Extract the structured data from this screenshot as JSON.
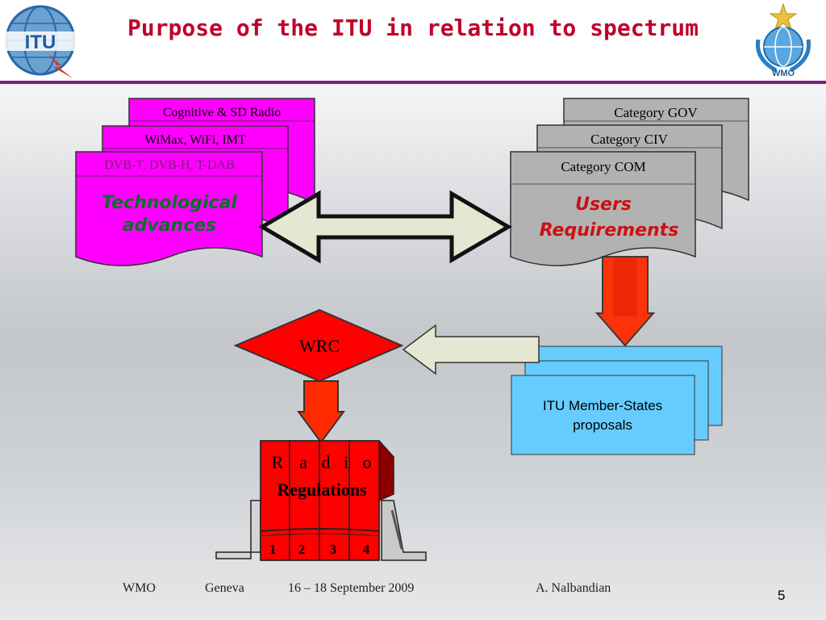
{
  "title": "Purpose of the ITU in relation to spectrum",
  "logos": {
    "left": "ITU",
    "right": "WMO"
  },
  "tech_docs": [
    "Cognitive & SD Radio",
    "WiMax, WiFi, IMT",
    "DVB-T, DVB-H, T-DAB"
  ],
  "tech_label_line1": "Technological",
  "tech_label_line2": "advances",
  "user_docs": [
    "Category GOV",
    "Category CIV",
    "Category COM"
  ],
  "users_label_line1": "Users",
  "users_label_line2": "Requirements",
  "wrc": "WRC",
  "proposals_line1": "ITU Member-States",
  "proposals_line2": "proposals",
  "radio_regs": {
    "letters": [
      "R",
      "a",
      "d",
      "i",
      "o"
    ],
    "word": "Regulations",
    "volumes": [
      "1",
      "2",
      "3",
      "4"
    ]
  },
  "footer": {
    "org": "WMO",
    "city": "Geneva",
    "dates": "16 – 18 September 2009",
    "author": "A. Nalbandian",
    "page": "5"
  },
  "colors": {
    "magenta": "#ff00ff",
    "grey_doc": "#b2b2b2",
    "red": "#ff0000",
    "arrow_fill": "#e6e7d2",
    "proposal_blue": "#66ccff",
    "title_red": "#c0002a"
  }
}
